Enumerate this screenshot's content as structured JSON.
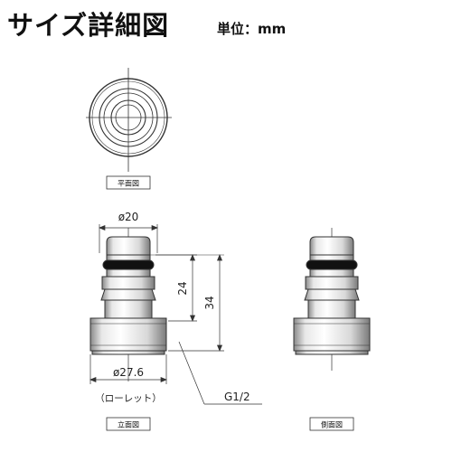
{
  "header": {
    "title": "サイズ詳細図",
    "unit_label": "単位：mm"
  },
  "views": {
    "plan_label": "平面図",
    "front_label": "立面図",
    "side_label": "側面図"
  },
  "dimensions": {
    "top_diameter": "ø20",
    "height_inner": "24",
    "height_total": "34",
    "base_diameter": "ø27.6",
    "base_note": "（ローレット）",
    "thread": "G1/2"
  }
}
